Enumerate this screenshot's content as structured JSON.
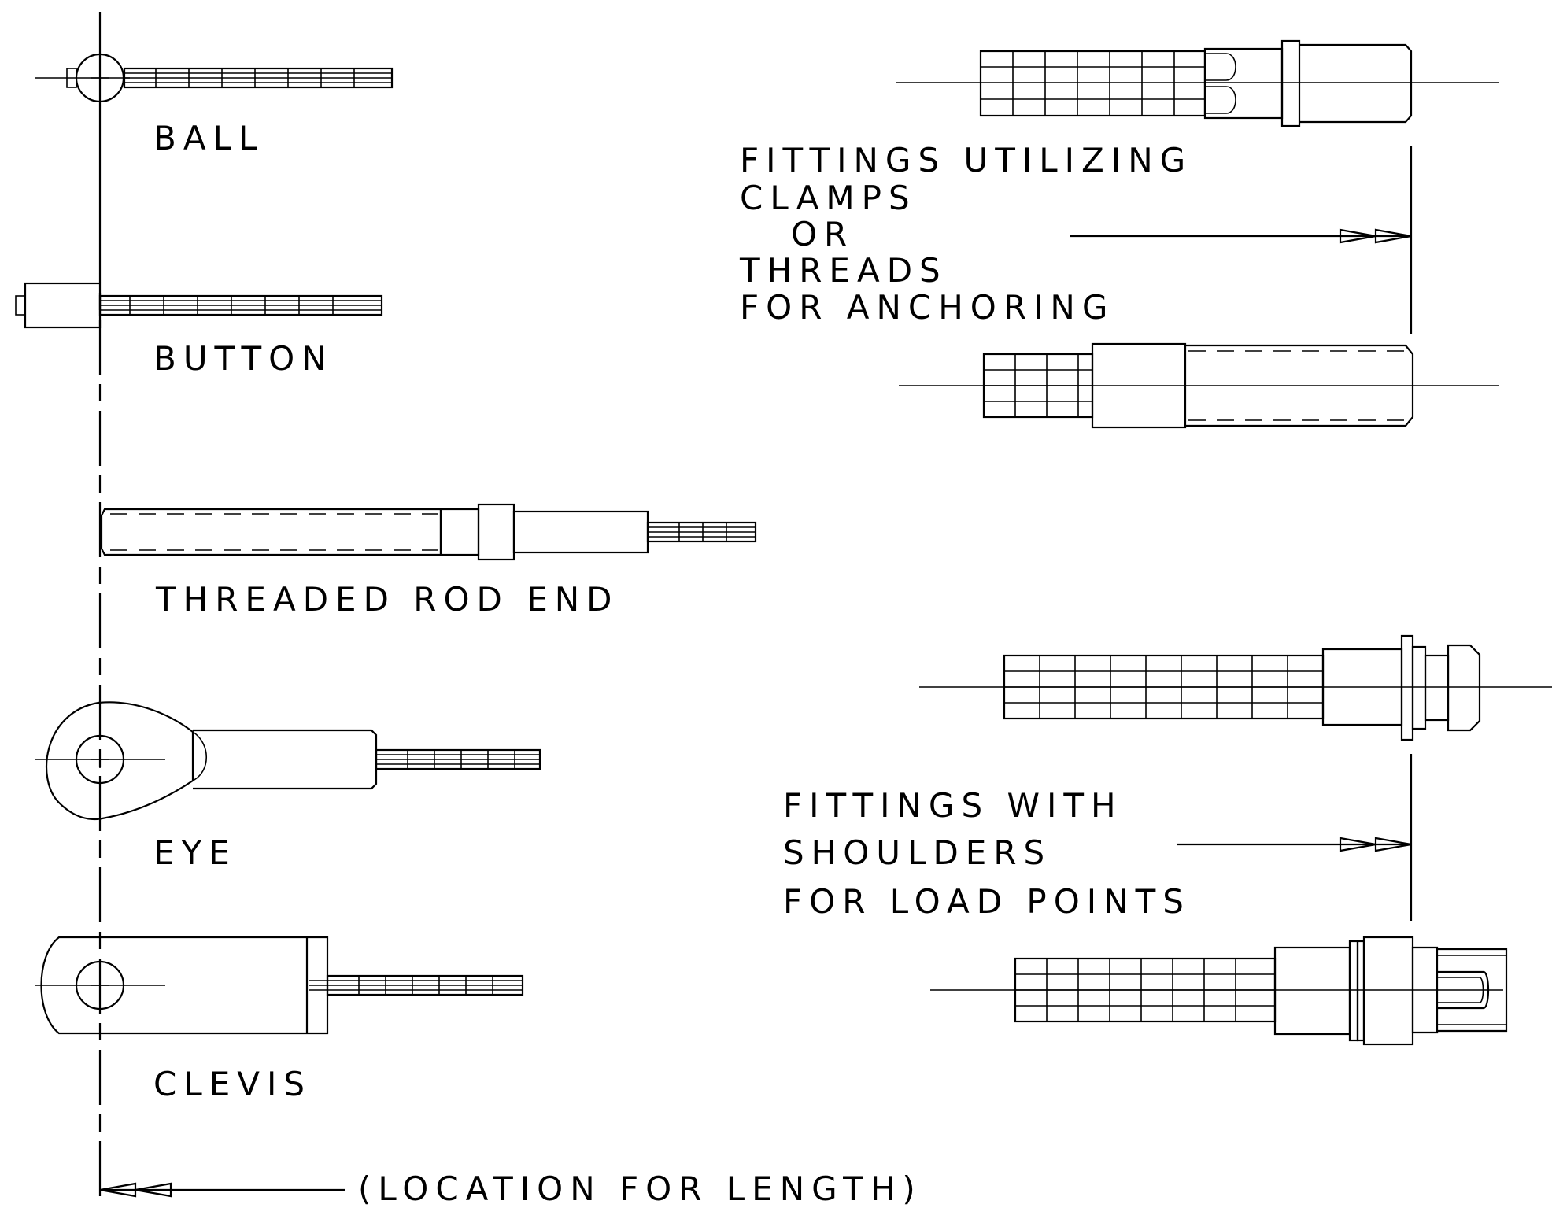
{
  "labels": {
    "ball": "BALL",
    "button": "BUTTON",
    "threaded_rod_end": "THREADED ROD END",
    "eye": "EYE",
    "clevis": "CLEVIS",
    "location_for_length": "(LOCATION FOR LENGTH)"
  },
  "notes": {
    "clamps_threads": [
      "FITTINGS UTILIZING",
      "CLAMPS",
      "  OR",
      "THREADS",
      "FOR ANCHORING"
    ],
    "shoulders": [
      "FITTINGS WITH",
      "SHOULDERS",
      "FOR LOAD POINTS"
    ]
  },
  "colors": {
    "line": "#000000",
    "background": "#ffffff"
  }
}
